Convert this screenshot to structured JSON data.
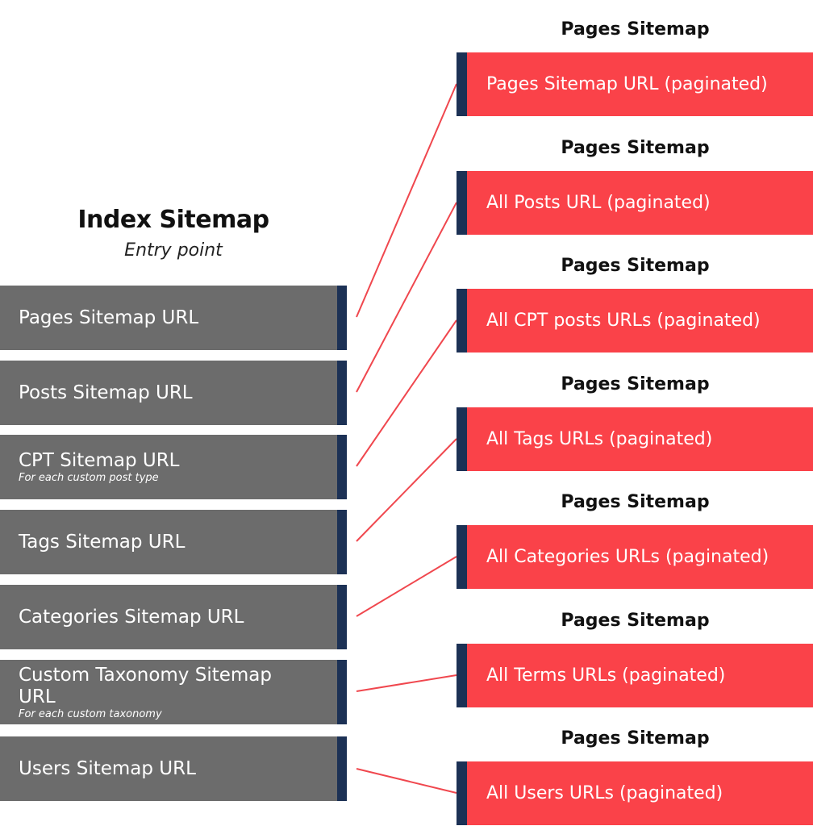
{
  "index": {
    "title": "Index Sitemap",
    "subtitle": "Entry point",
    "items": [
      {
        "label": "Pages Sitemap URL",
        "note": ""
      },
      {
        "label": "Posts Sitemap URL",
        "note": ""
      },
      {
        "label": "CPT Sitemap URL",
        "note": "For each custom post type"
      },
      {
        "label": "Tags Sitemap URL",
        "note": ""
      },
      {
        "label": "Categories Sitemap URL",
        "note": ""
      },
      {
        "label": "Custom Taxonomy Sitemap URL",
        "note": "For each custom taxonomy"
      },
      {
        "label": "Users Sitemap URL",
        "note": ""
      }
    ]
  },
  "sitemaps": [
    {
      "header": "Pages Sitemap",
      "label": "Pages Sitemap URL (paginated)"
    },
    {
      "header": "Pages Sitemap",
      "label": "All Posts URL (paginated)"
    },
    {
      "header": "Pages Sitemap",
      "label": "All CPT posts URLs (paginated)"
    },
    {
      "header": "Pages Sitemap",
      "label": "All Tags URLs (paginated)"
    },
    {
      "header": "Pages Sitemap",
      "label": "All Categories URLs (paginated)"
    },
    {
      "header": "Pages Sitemap",
      "label": "All Terms URLs (paginated)"
    },
    {
      "header": "Pages Sitemap",
      "label": "All Users URLs (paginated)"
    }
  ],
  "colors": {
    "index_box": "#6c6c6c",
    "sitemap_box": "#fa4249",
    "accent_bar": "#1c3155",
    "connector": "#f0474e"
  }
}
